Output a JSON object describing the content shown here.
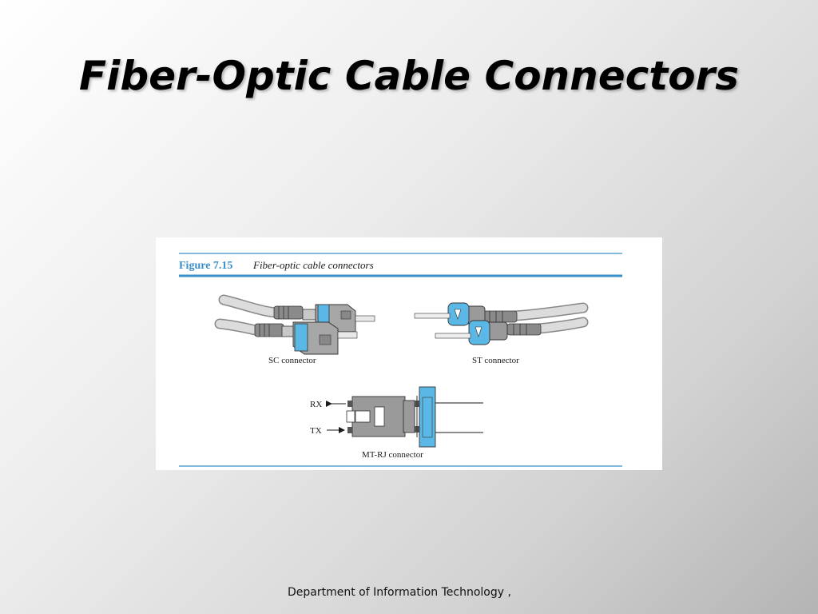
{
  "slide": {
    "title": "Fiber-Optic Cable Connectors",
    "footer": "Department of Information Technology ,"
  },
  "figure": {
    "number": "Figure 7.15",
    "caption": "Fiber-optic cable connectors",
    "labels": {
      "sc": "SC connector",
      "st": "ST connector",
      "mtrj": "MT-RJ connector",
      "rx": "RX",
      "tx": "TX"
    }
  },
  "colors": {
    "accent_blue": "#3a8fc9",
    "connector_blue": "#5bb8e6",
    "connector_gray": "#9a9a9a",
    "cable_gray": "#d4d4d4"
  }
}
